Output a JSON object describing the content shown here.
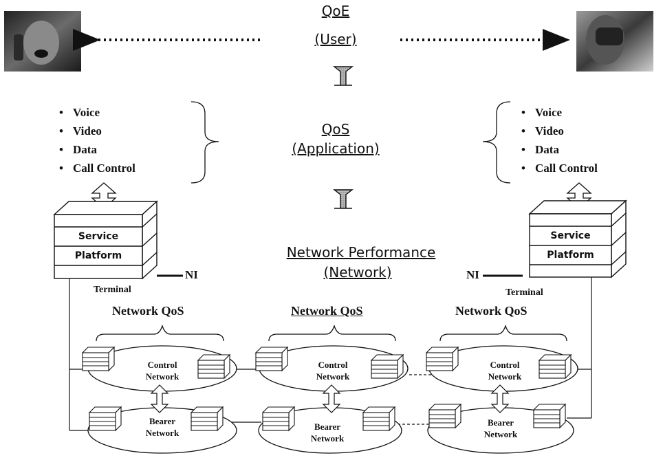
{
  "top": {
    "qoe_title": "QoE",
    "qoe_sub": "(User)",
    "qos_title": "QoS",
    "qos_sub": "(Application)",
    "np_title": "Network Performance",
    "np_sub": "(Network)"
  },
  "left_services": [
    "Voice",
    "Video",
    "Data",
    "Call Control"
  ],
  "right_services": [
    "Voice",
    "Video",
    "Data",
    "Call Control"
  ],
  "left_terminal": {
    "line1": "Service",
    "line2": "Platform",
    "ni": "NI",
    "terminal": "Terminal"
  },
  "right_terminal": {
    "line1": "Service",
    "line2": "Platform",
    "ni": "NI",
    "terminal": "Terminal"
  },
  "network_qos": [
    "Network QoS",
    "Network QoS",
    "Network QoS"
  ],
  "domains": [
    {
      "control_1": "Control",
      "control_2": "Network",
      "bearer_1": "Bearer",
      "bearer_2": "Network"
    },
    {
      "control_1": "Control",
      "control_2": "Network",
      "bearer_1": "Bearer",
      "bearer_2": "Network"
    },
    {
      "control_1": "Control",
      "control_2": "Network",
      "bearer_1": "Bearer",
      "bearer_2": "Network"
    }
  ],
  "photos": [
    "user-left-photo",
    "user-right-photo"
  ]
}
